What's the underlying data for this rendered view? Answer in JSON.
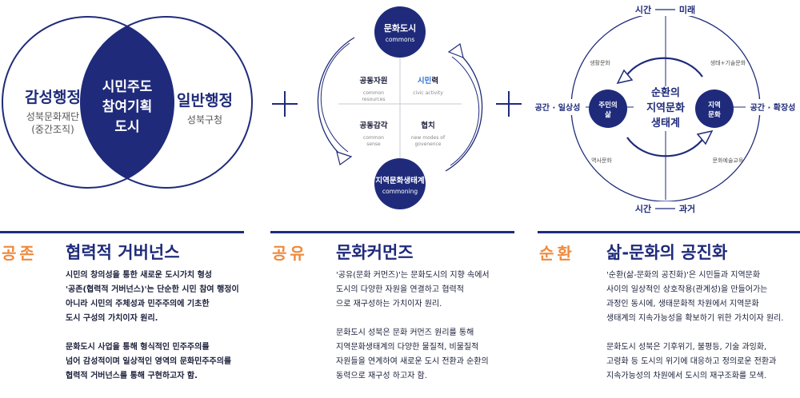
{
  "diagram1": {
    "left_title": "감성행정",
    "left_sub": [
      "성북문화재단",
      "(중간조직)"
    ],
    "center": [
      "시민주도",
      "참여기획",
      "도시"
    ],
    "right_title": "일반행정",
    "right_sub": "성북구청"
  },
  "diagram2": {
    "top": {
      "title": "문화도시",
      "sub": "commons"
    },
    "bottom": {
      "title": "지역문화생태계",
      "sub": "commoning"
    },
    "q1": {
      "title": "공동자원",
      "sub": [
        "common",
        "resources"
      ]
    },
    "q2": {
      "title": "시민력",
      "title_accent": "시민",
      "title_rest": "력",
      "sub": [
        "civic activity"
      ]
    },
    "q3": {
      "title": "공동감각",
      "sub": [
        "common",
        "sense"
      ]
    },
    "q4": {
      "title": "협치",
      "sub": [
        "new modes of",
        "govenence"
      ]
    }
  },
  "diagram3": {
    "top_axis": [
      "시간",
      "미래"
    ],
    "bottom_axis": [
      "시간",
      "과거"
    ],
    "left_axis": "공간 · 일상성",
    "right_axis": "공간 · 확장성",
    "center": [
      "순환의",
      "지역문화",
      "생태계"
    ],
    "left_node": [
      "주민의",
      "삶"
    ],
    "right_node": [
      "지역",
      "문화"
    ],
    "q_top_left": "생활문화",
    "q_top_right": "생태+기술문화",
    "q_bottom_left": "역사문화",
    "q_bottom_right": "문화예술교육"
  },
  "sections": [
    {
      "key": "공존",
      "title": "협력적 거버넌스",
      "paragraphs": [
        [
          "시민의 창의성을 통한 새로운 도시가치 형성"
        ],
        [
          "'공존(협력적 거버넌스)'는 단순한 시민 참여 행정이",
          "아니라 시민의 주체성과 민주주의에 기초한",
          "도시 구성의 가치이자 원리."
        ],
        [
          "문화도시 사업을 통해 형식적인 민주주의를",
          "넘어 감성적이며 일상적인 영역의 문화민주주의를",
          "협력적 거버넌스를 통해 구현하고자 함."
        ]
      ]
    },
    {
      "key": "공유",
      "title": "문화커먼즈",
      "paragraphs": [
        [
          "'공유(문화 커먼즈)'는 문화도시의 지향 속에서",
          "도시의 다양한 자원을 연결하고 협력적",
          "으로 재구성하는 가치이자 원리."
        ],
        [
          "문화도시 성북은 문화 커먼즈 원리를 통해",
          "지역문화생태계의 다양한 물질적, 비물질적",
          "자원들을 연계하여 새로운 도시 전환과 순환의",
          "동력으로 재구성 하고자 함."
        ]
      ]
    },
    {
      "key": "순환",
      "title": "삶-문화의 공진화",
      "paragraphs": [
        [
          "'순환(삶-문화의 공진화)'은 시민들과 지역문화",
          "사이의 일상적인 상호작용(관계성)을 만들어가는",
          "과정인 동시에, 생태문화적 차원에서 지역문화",
          "생태계의 지속가능성을 확보하기 위한 가치이자 원리."
        ],
        [
          "문화도시 성북은 기후위기, 불평등, 기술 과잉화,",
          "고령화 등 도시의 위기에 대응하고 정의로운 전환과",
          "지속가능성의 차원에서 도시의 재구조화를 모색."
        ]
      ]
    }
  ]
}
